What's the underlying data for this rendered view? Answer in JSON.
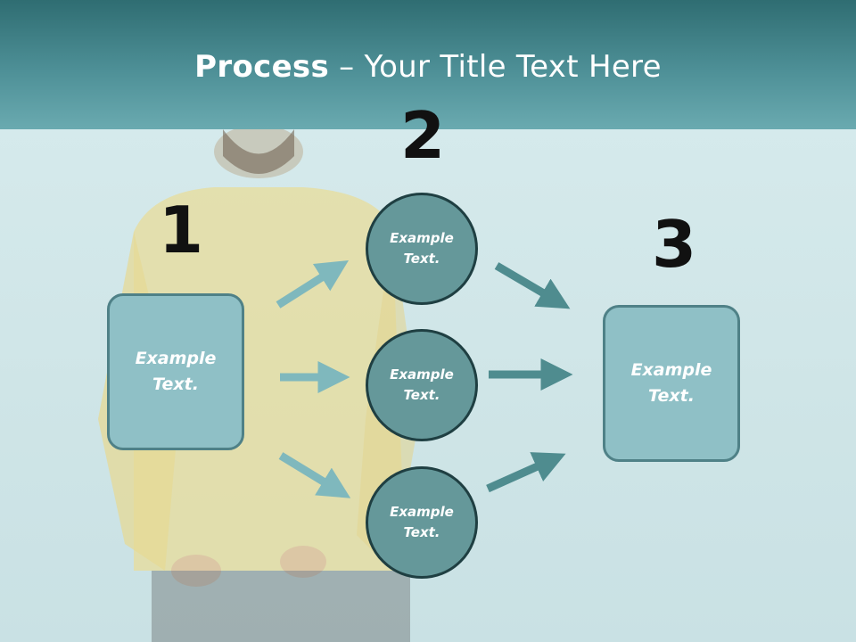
{
  "title": {
    "bold": "Process",
    "rest": " – Your Title Text Here"
  },
  "numbers": [
    "1",
    "2",
    "3"
  ],
  "left_box": {
    "text": "Example\nText."
  },
  "circles": [
    {
      "text": "Example\nText."
    },
    {
      "text": "Example\nText."
    },
    {
      "text": "Example\nText."
    }
  ],
  "right_box": {
    "text": "Example\nText."
  },
  "colors": {
    "header": "#4e9097",
    "box_fill": "#8fc0c6",
    "circle_fill": "#65989a",
    "arrow_left": "#7fb8bd",
    "arrow_right": "#4f8c8f"
  }
}
